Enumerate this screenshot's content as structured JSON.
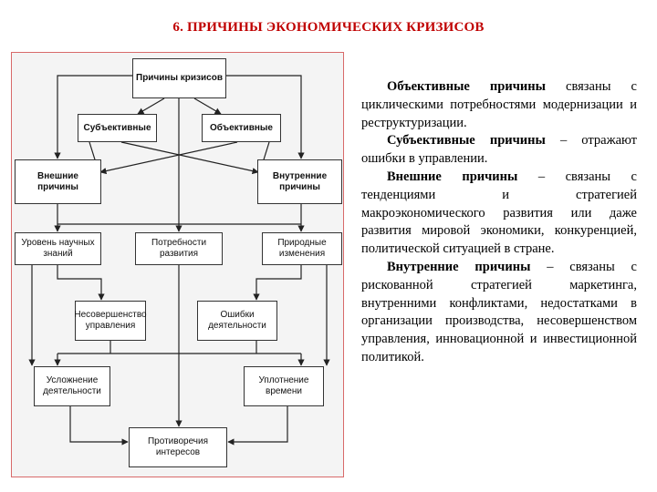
{
  "title": "6. ПРИЧИНЫ ЭКОНОМИЧЕСКИХ КРИЗИСОВ",
  "diagram": {
    "nodes": {
      "causes": "Причины кризисов",
      "subjective": "Субъективные",
      "objective": "Объективные",
      "external": "Внешние причины",
      "internal": "Внутренние причины",
      "knowledge": "Уровень научных знаний",
      "needs": "Потребности развития",
      "nature": "Природные изменения",
      "mgmt_imperfection": "Несовершенство управления",
      "activity_errors": "Ошибки деятельности",
      "complication": "Усложнение деятельности",
      "time_compression": "Уплотнение времени",
      "contradictions": "Противоречия интересов"
    }
  },
  "paragraphs": [
    {
      "term": "Объективные причины",
      "text": " связаны с циклическими потребностями модернизации и реструктуризации."
    },
    {
      "term": "Субъективные причины",
      "text": " – отражают ошибки в управлении."
    },
    {
      "term": "Внешние причины",
      "text": " – связаны с тенденциями и стратегией макроэкономического развития или даже развития мировой экономики, конкуренцией, политической ситуацией в стране."
    },
    {
      "term": "Внутренние причины",
      "text": " – связаны с рискованной стратегией маркетинга, внутренними конфликтами, недостатками в организации производства, несовершенством управления, инновационной и инвестиционной политикой."
    }
  ]
}
